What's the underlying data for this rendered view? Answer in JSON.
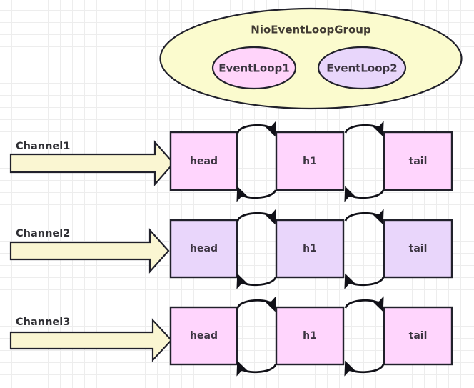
{
  "diagram": {
    "title_text": "NioEventLoopGroup",
    "group": {
      "name": "NioEventLoopGroup",
      "fill": "#fbfbce",
      "stroke": "#21212b",
      "event_loops": [
        {
          "label": "EventLoop1",
          "fill": "#ffd4fa",
          "stroke": "#21212b"
        },
        {
          "label": "EventLoop2",
          "fill": "#e8d6fb",
          "stroke": "#21212b"
        }
      ]
    },
    "arrow_fill": "#faf6d2",
    "arrow_stroke": "#21212b",
    "link_stroke": "#111118",
    "channels": [
      {
        "label": "Channel1",
        "box_fill": "#ffd5fd",
        "box_stroke": "#21212b",
        "handlers": [
          "head",
          "h1",
          "tail"
        ]
      },
      {
        "label": "Channel2",
        "box_fill": "#e9d6fb",
        "box_stroke": "#21212b",
        "handlers": [
          "head",
          "h1",
          "tail"
        ]
      },
      {
        "label": "Channel3",
        "box_fill": "#ffd5fd",
        "box_stroke": "#21212b",
        "handlers": [
          "head",
          "h1",
          "tail"
        ]
      }
    ]
  }
}
